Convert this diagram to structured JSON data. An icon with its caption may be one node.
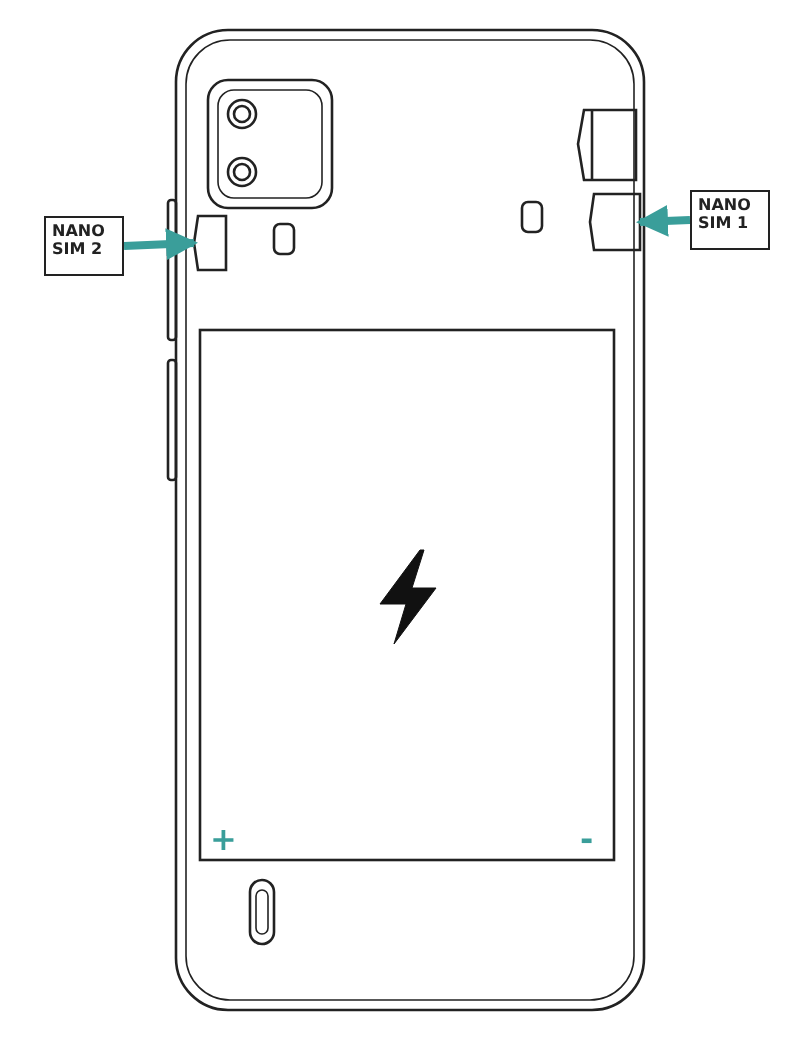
{
  "diagram": {
    "nodes": [
      {
        "text": [
          "NANO SIM 2"
        ]
      },
      {
        "text": [],
        "shape": "box"
      },
      {
        "text": [
          "NANO SIM 1"
        ]
      },
      {
        "text": [],
        "shape": "box"
      }
    ],
    "edges": [
      {
        "from": 0,
        "to": 1,
        "arrow": "to"
      },
      {
        "from": 2,
        "to": 3,
        "arrow": "to"
      }
    ],
    "labels": [
      "+",
      "-"
    ]
  }
}
